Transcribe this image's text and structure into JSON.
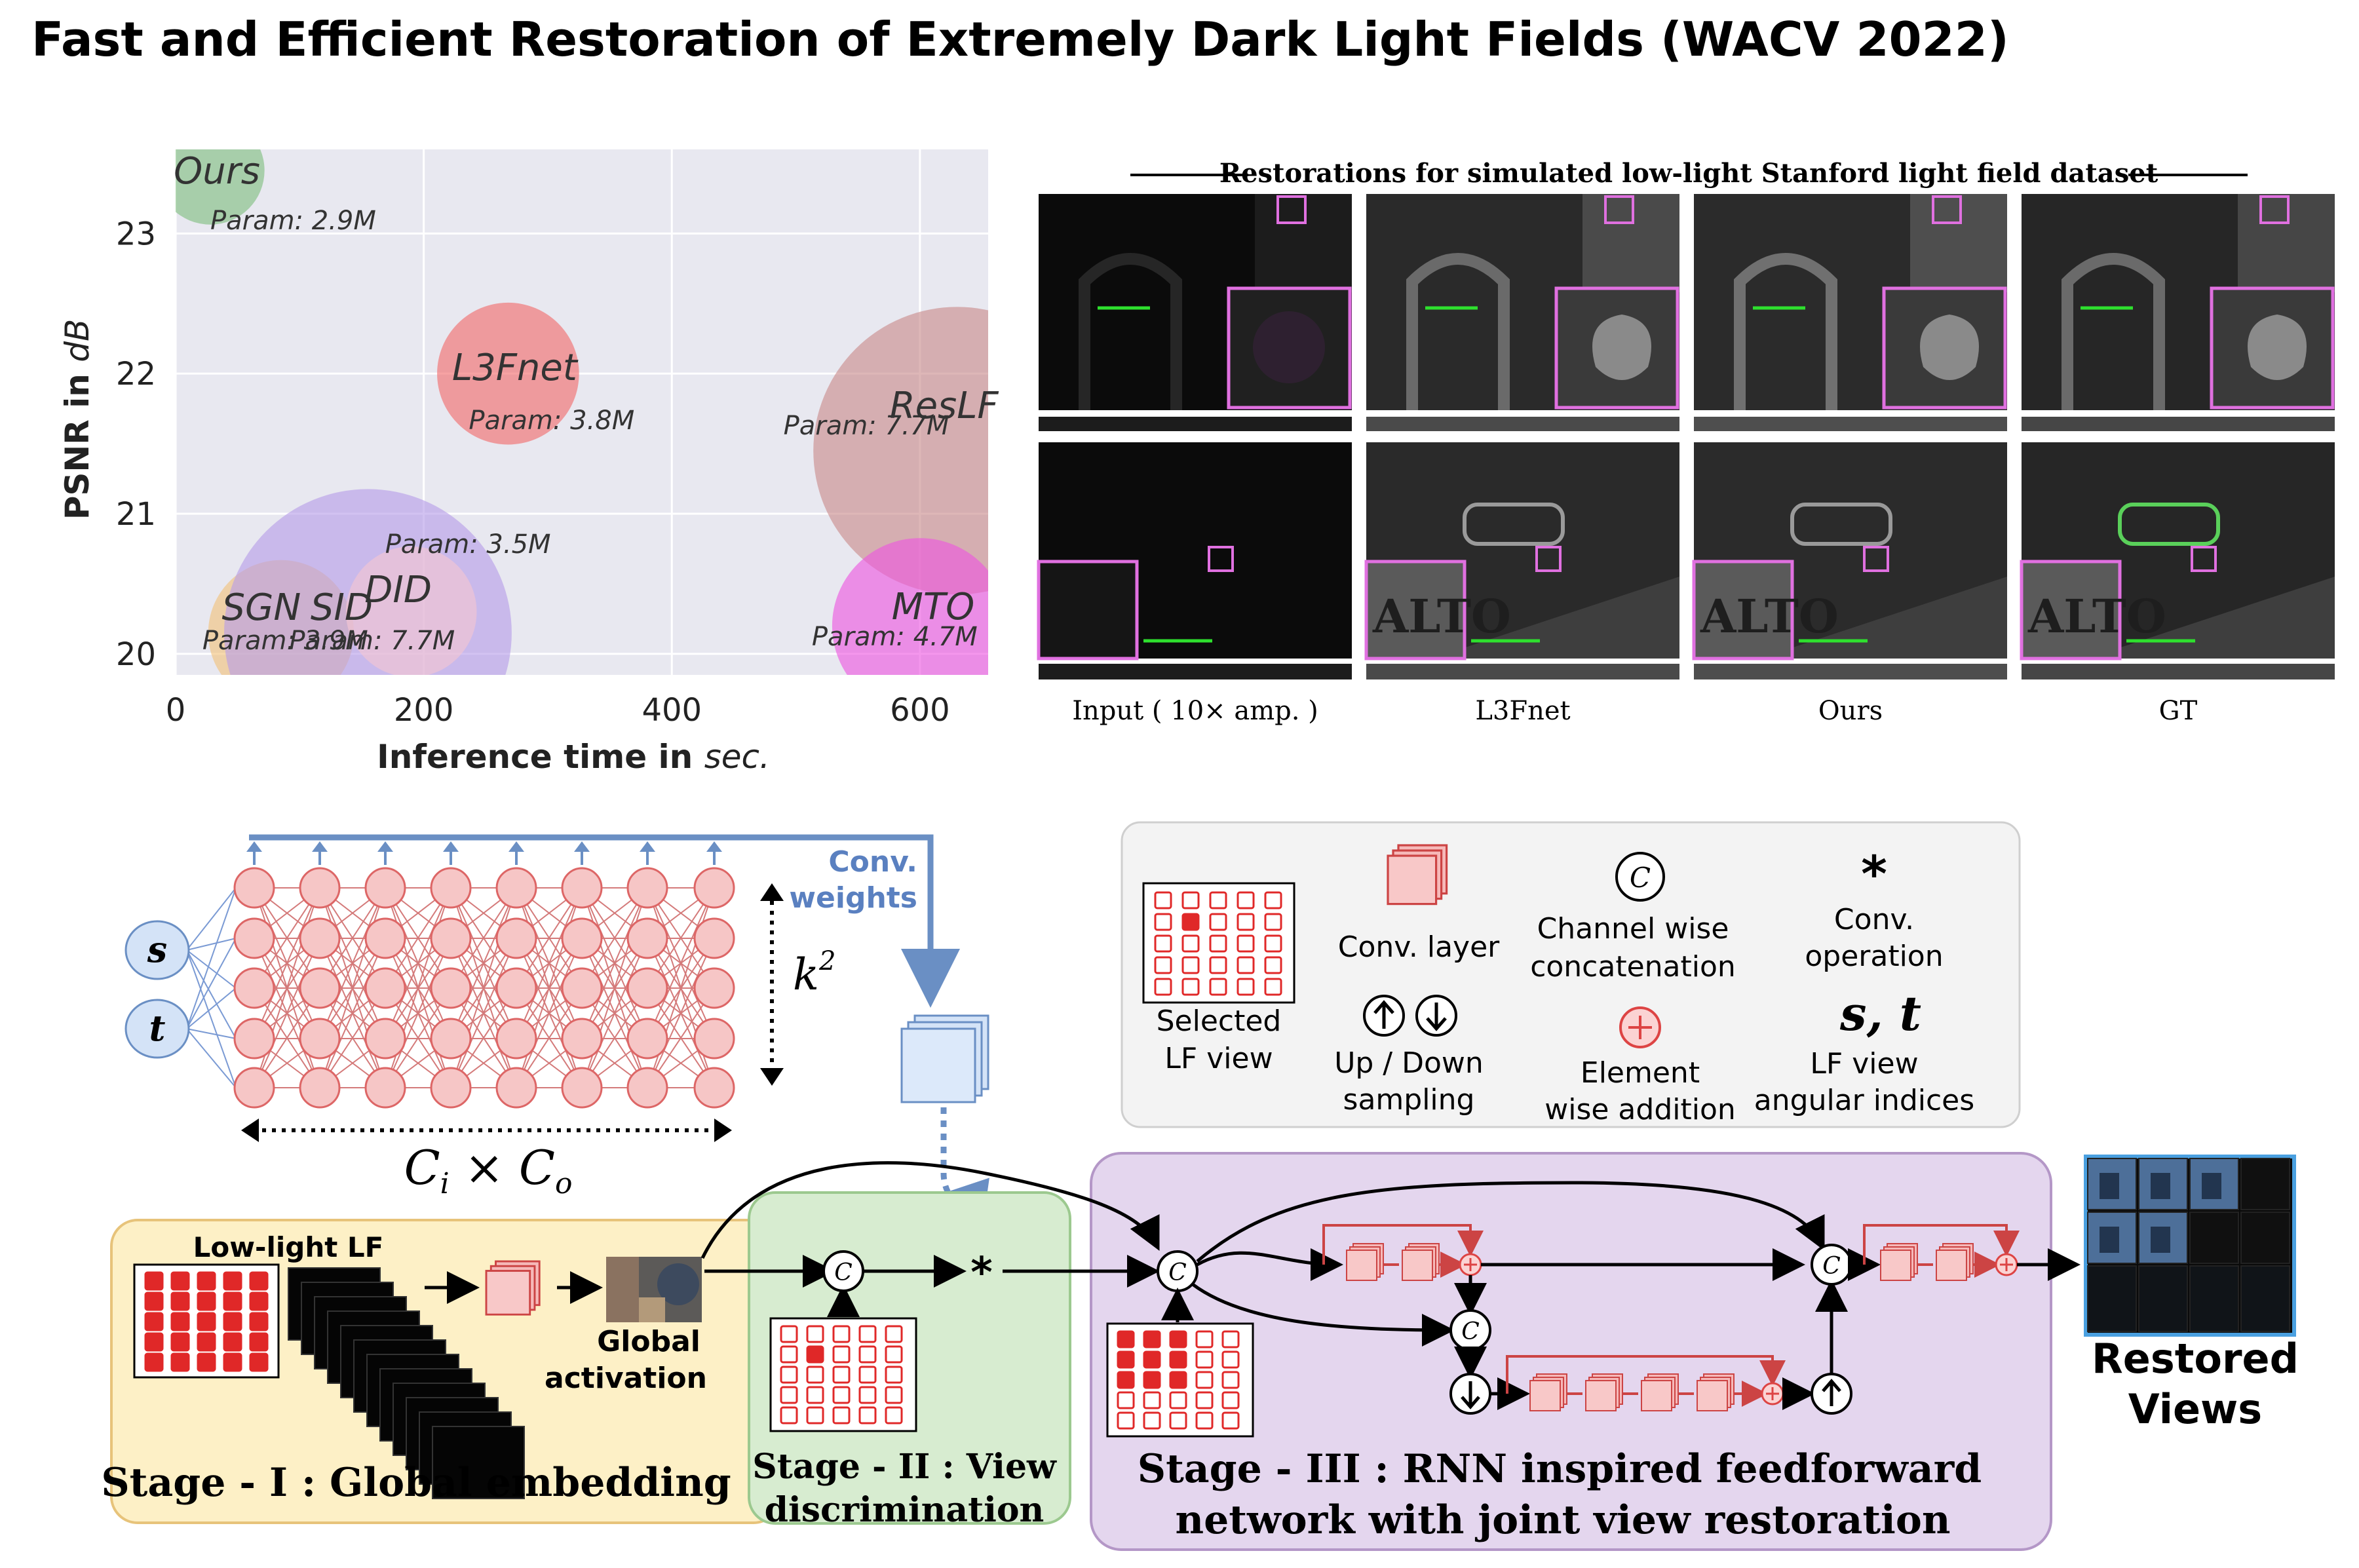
{
  "title": "Fast and Efficient Restoration of Extremely Dark Light Fields (WACV 2022)",
  "chart_data": {
    "type": "scatter",
    "xlabel_prefix": "Inference time in ",
    "xlabel_unit": "sec.",
    "ylabel_prefix": "PSNR in ",
    "ylabel_unit": "dB",
    "xlim": [
      0,
      655
    ],
    "ylim": [
      19.85,
      23.6
    ],
    "xticks": [
      0,
      200,
      400,
      600
    ],
    "yticks": [
      20,
      21,
      22,
      23
    ],
    "grid": true,
    "points": [
      {
        "name": "Ours",
        "param": "Param: 2.9M",
        "x": 28,
        "y": 23.45,
        "params_m": 2.9,
        "color": "#7fbf7f"
      },
      {
        "name": "L3Fnet",
        "param": "Param: 3.8M",
        "x": 268,
        "y": 22.0,
        "params_m": 3.8,
        "color": "#f26b6b"
      },
      {
        "name": "ResLF",
        "param": "Param: 7.7M",
        "x": 630,
        "y": 21.45,
        "params_m": 7.7,
        "color": "#c98a8a"
      },
      {
        "name": "MTO",
        "param": "Param: 4.7M",
        "x": 600,
        "y": 20.2,
        "params_m": 4.7,
        "color": "#ee55e0"
      },
      {
        "name": "SGN",
        "param": "Param: 3.9M",
        "x": 85,
        "y": 20.15,
        "params_m": 3.9,
        "color": "#f2c27a"
      },
      {
        "name": "SID",
        "param": "Param: 7.7M",
        "x": 155,
        "y": 20.15,
        "params_m": 7.7,
        "color": "#b79ce8"
      },
      {
        "name": "DID",
        "param": "Param: 3.5M",
        "x": 190,
        "y": 20.3,
        "params_m": 3.5,
        "color": "#f6c6d2"
      }
    ]
  },
  "restorations": {
    "header": "Restorations for simulated low-light Stanford light field dataset",
    "columns": [
      "Input ( 10× amp. )",
      "L3Fnet",
      "Ours",
      "GT"
    ]
  },
  "diagram": {
    "conv_weights": "Conv.\nweights",
    "s": "s",
    "t": "t",
    "k2": "k",
    "k2_sup": "2",
    "ci": "C",
    "ci_sub": "i",
    "times": "×",
    "co": "C",
    "co_sub": "o",
    "low_light_lf": "Low-light LF",
    "global_activation_1": "Global",
    "global_activation_2": "activation",
    "stage1": "Stage - I : Global embedding",
    "stage2_1": "Stage - II : View",
    "stage2_2": "discrimination",
    "stage3_1": "Stage - III : RNN inspired feedforward",
    "stage3_2": "network with joint view restoration",
    "restored_1": "Restored",
    "restored_2": "Views",
    "c": "C",
    "star": "*"
  },
  "legend": {
    "selected_1": "Selected",
    "selected_2": "LF view",
    "conv_layer": "Conv. layer",
    "channel_1": "Channel wise",
    "channel_2": "concatenation",
    "conv_op_1": "Conv.",
    "conv_op_2": "operation",
    "updown_1": "Up / Down",
    "updown_2": "sampling",
    "element_1": "Element",
    "element_2": "wise addition",
    "st": "s, t",
    "lfview_1": "LF view",
    "lfview_2": "angular indices"
  }
}
